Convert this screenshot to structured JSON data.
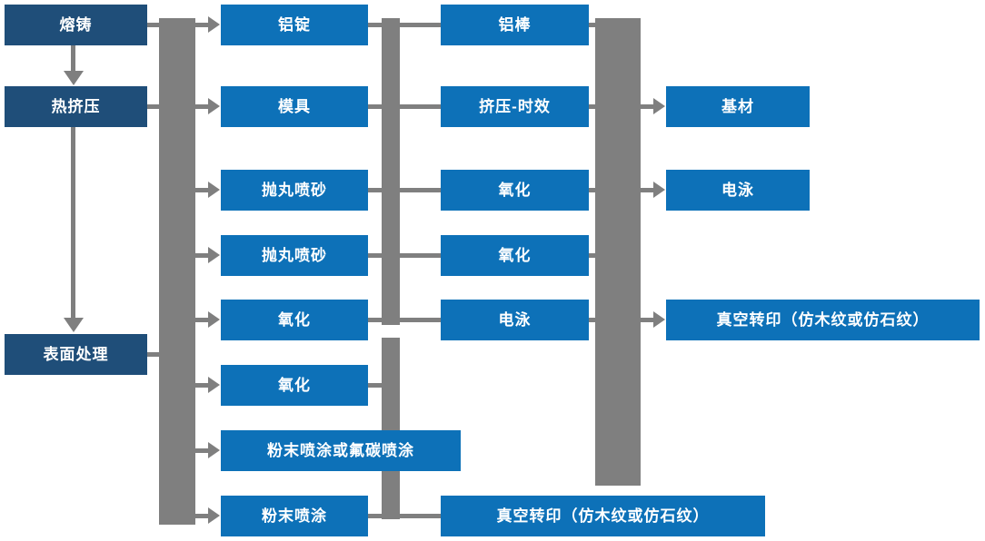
{
  "colors": {
    "stage_box": "#1f4e79",
    "process_box": "#0d71b8",
    "connector": "#7f7f7f",
    "box_text": "#ffffff",
    "background": "#ffffff"
  },
  "diagram": {
    "stages": [
      {
        "label": "熔铸"
      },
      {
        "label": "热挤压"
      },
      {
        "label": "表面处理"
      }
    ],
    "prep_column": [
      {
        "label": "铝锭"
      },
      {
        "label": "模具"
      },
      {
        "label": "抛丸喷砂"
      },
      {
        "label": "抛丸喷砂"
      },
      {
        "label": "氧化"
      },
      {
        "label": "氧化"
      },
      {
        "label": "粉末喷涂或氟碳喷涂"
      },
      {
        "label": "粉末喷涂"
      }
    ],
    "process_column": [
      {
        "label": "铝棒"
      },
      {
        "label": "挤压-时效"
      },
      {
        "label": "氧化"
      },
      {
        "label": "氧化"
      },
      {
        "label": "电泳"
      },
      {
        "label": "真空转印（仿木纹或仿石纹）"
      }
    ],
    "output_column": [
      {
        "label": "基材"
      },
      {
        "label": "电泳"
      },
      {
        "label": "真空转印（仿木纹或仿石纹）"
      }
    ]
  }
}
